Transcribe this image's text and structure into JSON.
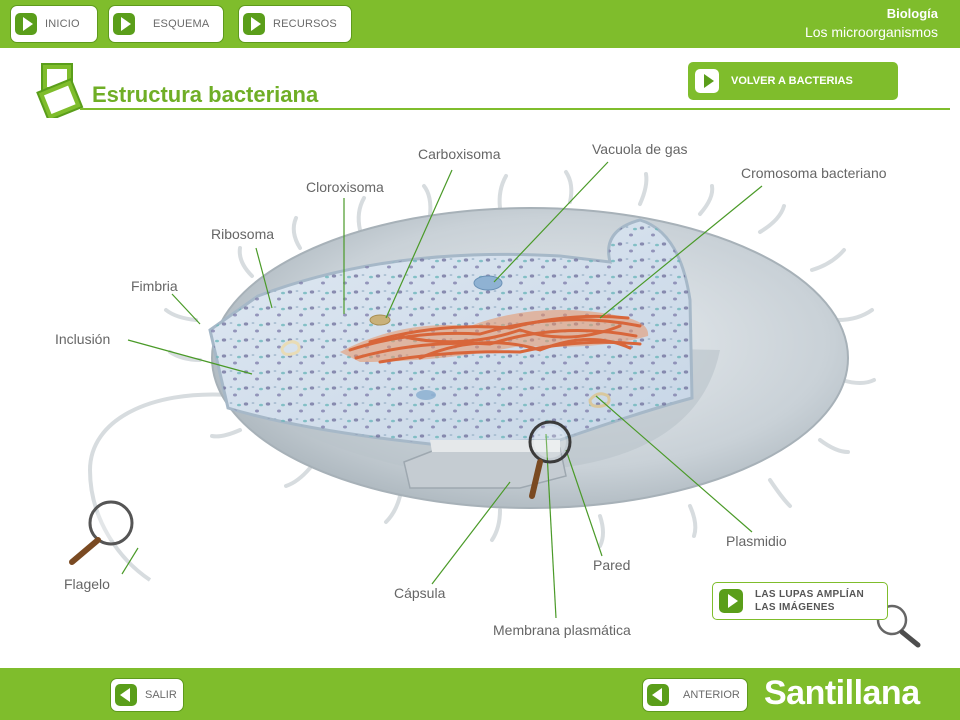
{
  "nav": {
    "inicio": "INICIO",
    "esquema": "ESQUEMA",
    "recursos": "RECURSOS"
  },
  "header": {
    "subject": "Biología",
    "unit": "Los microorganismos"
  },
  "page": {
    "title": "Estructura bacteriana",
    "back_button": "VOLVER A BACTERIAS",
    "hint_line1": "LAS LUPAS AMPLÍAN",
    "hint_line2": "LAS IMÁGENES"
  },
  "labels": {
    "carboxisoma": "Carboxisoma",
    "vacuola": "Vacuola de gas",
    "cromosoma": "Cromosoma bacteriano",
    "cloroxisoma": "Cloroxisoma",
    "ribosoma": "Ribosoma",
    "fimbria": "Fimbria",
    "inclusion": "Inclusión",
    "plasmidio": "Plasmidio",
    "pared": "Pared",
    "flagelo": "Flagelo",
    "capsula": "Cápsula",
    "membrana": "Membrana plasmática"
  },
  "footer": {
    "salir": "SALIR",
    "anterior": "ANTERIOR",
    "brand": "Santillana"
  },
  "colors": {
    "accent": "#7fbd2c",
    "accent_dark": "#5a9e1a",
    "title": "#6fae26",
    "leader_line": "#4a9a28",
    "chromosome": "#d8663a"
  }
}
